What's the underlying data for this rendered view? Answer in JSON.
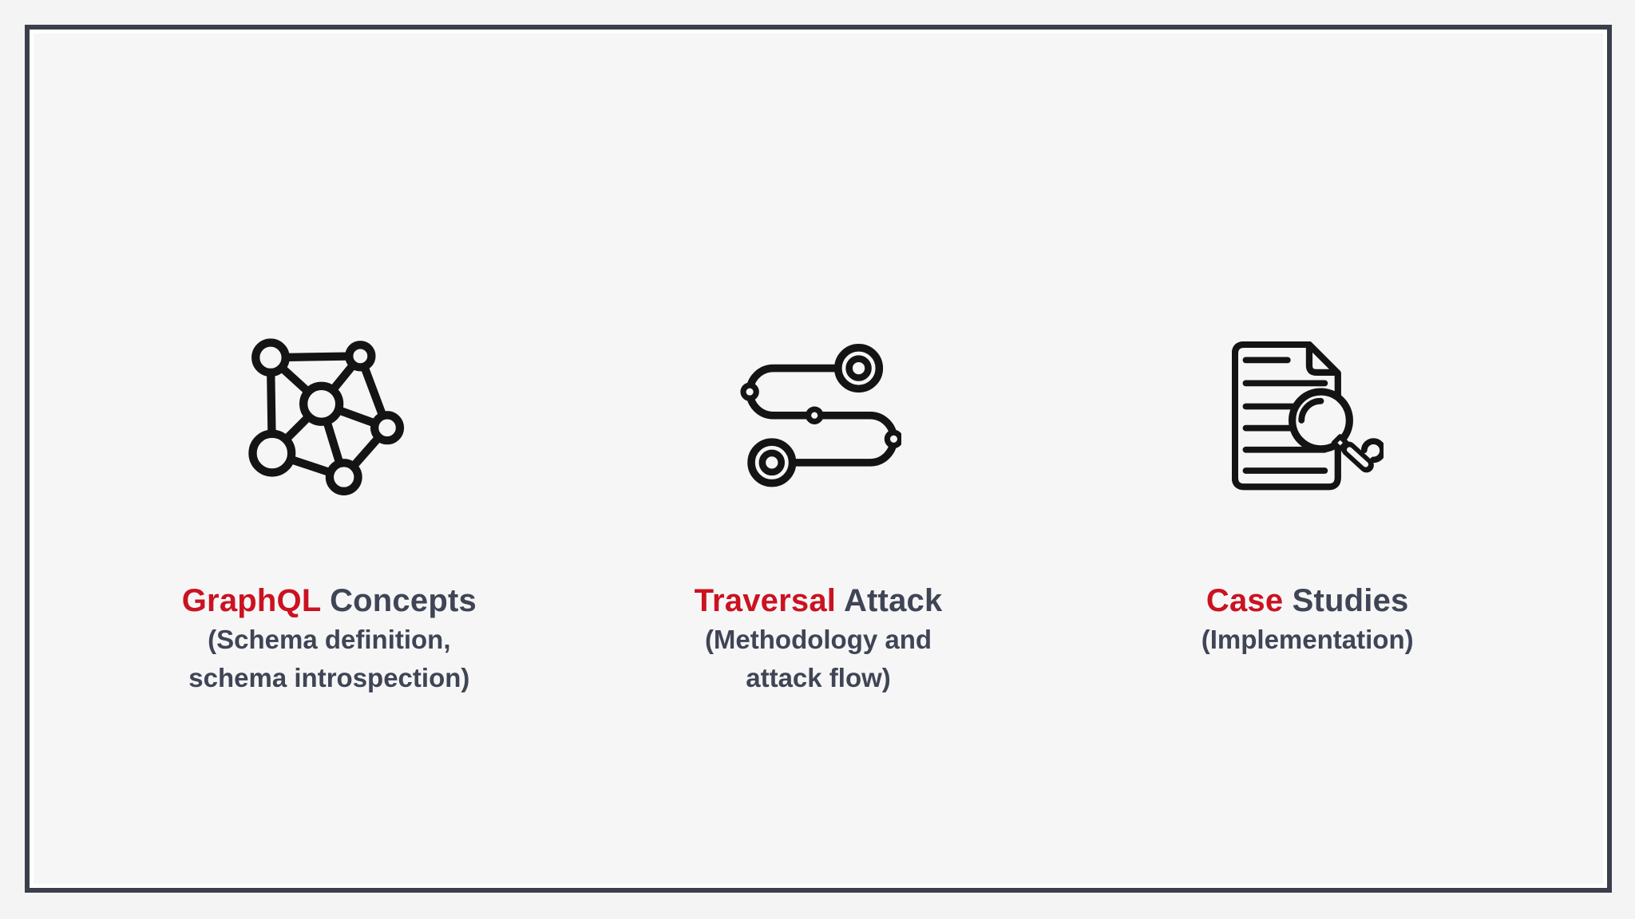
{
  "page": {
    "colors": {
      "background": "#f4f4f5",
      "surface": "#f6f6f7",
      "border": "#3b3f4b",
      "accent": "#cb1220",
      "text": "#3f4555",
      "icon": "#141414"
    }
  },
  "columns": [
    {
      "icon": "network-graph-icon",
      "title_accent": "GraphQL",
      "title_rest": " Concepts",
      "subtitle_lines": [
        "(Schema definition,",
        "schema introspection)"
      ]
    },
    {
      "icon": "route-path-icon",
      "title_accent": "Traversal",
      "title_rest": " Attack",
      "subtitle_lines": [
        "(Methodology and",
        "attack flow)"
      ]
    },
    {
      "icon": "document-search-icon",
      "title_accent": "Case",
      "title_rest": " Studies",
      "subtitle_lines": [
        "(Implementation)"
      ]
    }
  ]
}
